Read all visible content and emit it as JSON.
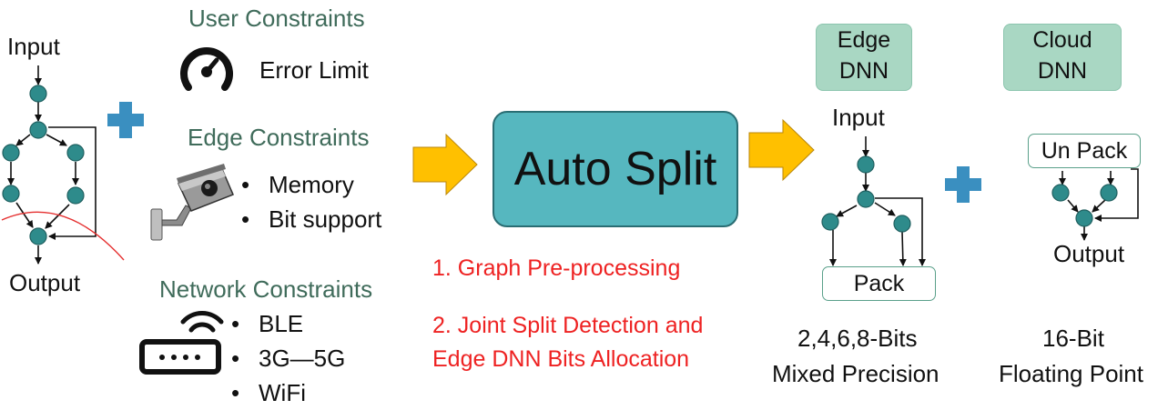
{
  "left_graph": {
    "input_label": "Input",
    "output_label": "Output"
  },
  "constraints": {
    "user": {
      "title": "User Constraints",
      "icon": "gauge-icon",
      "item": "Error Limit"
    },
    "edge": {
      "title": "Edge Constraints",
      "icon": "security-camera-icon",
      "items": [
        "Memory",
        "Bit support"
      ]
    },
    "network": {
      "title": "Network Constraints",
      "icon": "wifi-router-icon",
      "items": [
        "BLE",
        "3G—5G",
        "WiFi"
      ]
    }
  },
  "center": {
    "box_label": "Auto Split",
    "steps": [
      "1. Graph Pre-processing",
      "2. Joint Split Detection  and",
      "Edge DNN Bits Allocation"
    ]
  },
  "edge_dnn": {
    "title_line1": "Edge",
    "title_line2": "DNN",
    "input_label": "Input",
    "pack_label": "Pack",
    "caption_line1": "2,4,6,8-Bits",
    "caption_line2": "Mixed Precision"
  },
  "cloud_dnn": {
    "title_line1": "Cloud",
    "title_line2": "DNN",
    "unpack_label": "Un Pack",
    "output_label": "Output",
    "caption_line1": "16-Bit",
    "caption_line2": "Floating Point"
  },
  "colors": {
    "node_fill": "#2e8b8b",
    "plus": "#3a8fc0",
    "arrow_fill": "#ffc000",
    "autosplit_fill": "#56b7bf",
    "tag_fill": "#a9d7c3",
    "heading_green": "#3f6b5a",
    "step_red": "#ee2222"
  }
}
